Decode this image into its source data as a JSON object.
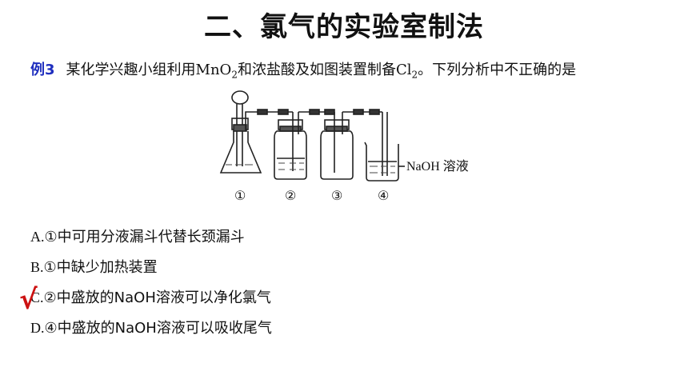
{
  "title": "二、氯气的实验室制法",
  "question": {
    "label": "例3",
    "text_before": "某化学兴趣小组利用",
    "mno": "MnO",
    "mno_sub": "2",
    "text_mid": "和浓盐酸及如图装置制备",
    "cl": "Cl",
    "cl_sub": "2",
    "text_after": "。下列分析中不正确的是"
  },
  "apparatus": {
    "labels": [
      "①",
      "②",
      "③",
      "④"
    ],
    "solution_label": "NaOH 溶液"
  },
  "options": [
    {
      "letter": "A.",
      "text": "①中可用分液漏斗代替长颈漏斗"
    },
    {
      "letter": "B.",
      "text": "①中缺少加热装置"
    },
    {
      "letter": "C.",
      "text": "②中盛放的NaOH溶液可以净化氯气"
    },
    {
      "letter": "D.",
      "text": "④中盛放的NaOH溶液可以吸收尾气"
    }
  ],
  "answer_mark": "√",
  "colors": {
    "accent": "#1f2fbf",
    "check": "#cc1111"
  }
}
